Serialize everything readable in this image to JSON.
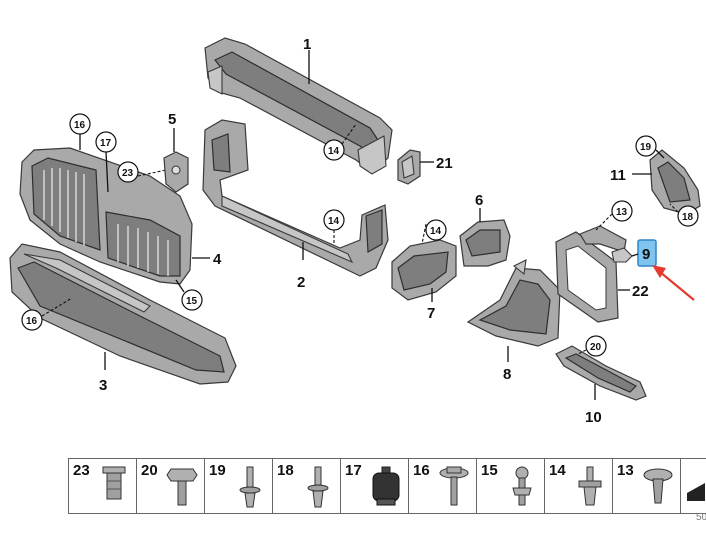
{
  "callouts": {
    "p1": "1",
    "p2": "2",
    "p4": "4",
    "p5": "5",
    "p6": "6",
    "p7": "7",
    "p8": "8",
    "p9": "9",
    "p10": "10",
    "p11": "11",
    "p21": "21",
    "p22": "22",
    "p3": "3",
    "c16a": "16",
    "c17": "17",
    "c23": "23",
    "c15": "15",
    "c16b": "16",
    "c14a": "14",
    "c14b": "14",
    "c14c": "14",
    "c13": "13",
    "c19": "19",
    "c18": "18",
    "c20": "20"
  },
  "legend": {
    "items": [
      {
        "number": "23",
        "icon": "rivet-nut-icon"
      },
      {
        "number": "20",
        "icon": "hex-bolt-icon"
      },
      {
        "number": "19",
        "icon": "expanding-rivet-icon"
      },
      {
        "number": "18",
        "icon": "expanding-rivet-icon"
      },
      {
        "number": "17",
        "icon": "rubber-mount-icon"
      },
      {
        "number": "16",
        "icon": "flange-screw-icon"
      },
      {
        "number": "15",
        "icon": "ball-stud-icon"
      },
      {
        "number": "14",
        "icon": "plastic-clip-icon"
      },
      {
        "number": "13",
        "icon": "push-clip-icon"
      }
    ],
    "page_ref": "50"
  },
  "highlight": {
    "part": "9",
    "color": "#7fc4ef",
    "arrow_color": "#e33b2f"
  }
}
